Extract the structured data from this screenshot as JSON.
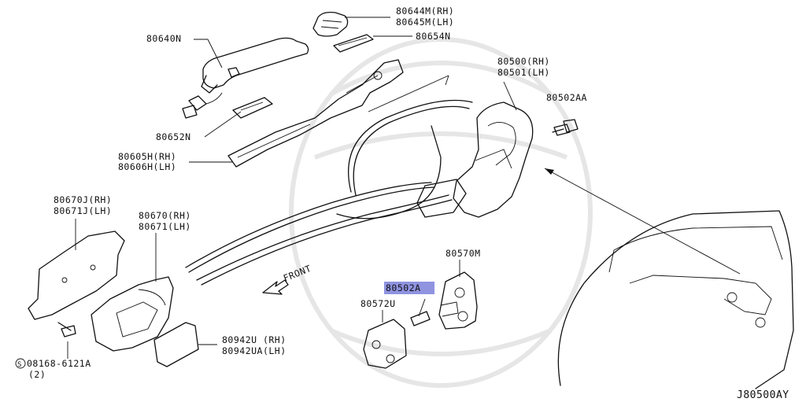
{
  "diagram": {
    "drawing_code": "J80500AY",
    "front_label": "FRONT",
    "highlight_color": "#8f93e0",
    "labels": {
      "p80644m": "80644M(RH)",
      "p80645m": "80645M(LH)",
      "p80640n": "80640N",
      "p80654n": "80654N",
      "p80500": "80500(RH)",
      "p80501": "80501(LH)",
      "p80502aa": "80502AA",
      "p80652n": "80652N",
      "p80605h": "80605H(RH)",
      "p80606h": "80606H(LH)",
      "p80670j": "80670J(RH)",
      "p80671j": "80671J(LH)",
      "p80670": "80670(RH)",
      "p80671": "80671(LH)",
      "p80570m": "80570M",
      "p80502a": "80502A",
      "p80572u": "80572U",
      "p80942u": "80942U (RH)",
      "p80942ua": "80942UA(LH)",
      "p08168": "08168-6121A",
      "p08168_qty": "(2)",
      "p08168_symbol": "S"
    }
  }
}
